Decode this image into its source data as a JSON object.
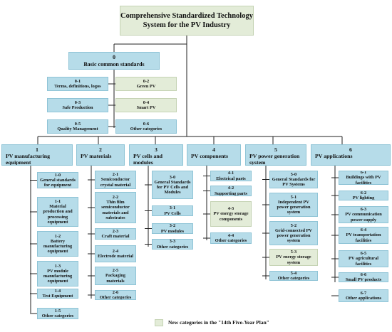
{
  "root": "Comprehensive Standardized Technology System for the PV Industry",
  "basic": {
    "num": "0",
    "title": "Basic common standards",
    "items": [
      {
        "num": "0-1",
        "label": "Terms, definitions, logos",
        "isNew": false
      },
      {
        "num": "0-2",
        "label": "Green PV",
        "isNew": true
      },
      {
        "num": "0-3",
        "label": "Safe Production",
        "isNew": false
      },
      {
        "num": "0-4",
        "label": "Smart PV",
        "isNew": true
      },
      {
        "num": "0-5",
        "label": "Quality Management",
        "isNew": false
      },
      {
        "num": "0-6",
        "label": "Other categories",
        "isNew": false
      }
    ]
  },
  "categories": [
    {
      "num": "1",
      "title": "PV manufacturing equipment",
      "items": [
        {
          "num": "1-0",
          "label": "General standards for equipment",
          "isNew": false
        },
        {
          "num": "1-1",
          "label": "Material production and processing equipment",
          "isNew": false
        },
        {
          "num": "1-2",
          "label": "Battery manufacturing equipment",
          "isNew": false
        },
        {
          "num": "1-3",
          "label": "PV module manufacturing equipment",
          "isNew": false
        },
        {
          "num": "1-4",
          "label": "Test Equipment",
          "isNew": false
        },
        {
          "num": "1-5",
          "label": "Other categories",
          "isNew": false
        }
      ]
    },
    {
      "num": "2",
      "title": "PV materials",
      "items": [
        {
          "num": "2-1",
          "label": "Semiconductor crystal material",
          "isNew": false
        },
        {
          "num": "2-2",
          "label": "Thin film semiconductor materials and substrates",
          "isNew": false
        },
        {
          "num": "2-3",
          "label": "Craft material",
          "isNew": false
        },
        {
          "num": "2-4",
          "label": "Electrode material",
          "isNew": false
        },
        {
          "num": "2-5",
          "label": "Packaging materials",
          "isNew": false
        },
        {
          "num": "2-6",
          "label": "Other categories",
          "isNew": false
        }
      ]
    },
    {
      "num": "3",
      "title": "PV cells and modules",
      "items": [
        {
          "num": "3-0",
          "label": "General Standards for PV Cells and Modules",
          "isNew": false
        },
        {
          "num": "3-1",
          "label": "PV Cells",
          "isNew": false
        },
        {
          "num": "3-2",
          "label": "PV modules",
          "isNew": false
        },
        {
          "num": "3-3",
          "label": "Other categories",
          "isNew": false
        }
      ]
    },
    {
      "num": "4",
      "title": "PV components",
      "items": [
        {
          "num": "4-1",
          "label": "Electrical parts",
          "isNew": false
        },
        {
          "num": "4-2",
          "label": "Supporting parts",
          "isNew": false
        },
        {
          "num": "4-3",
          "label": "PV energy storage components",
          "isNew": true
        },
        {
          "num": "4-4",
          "label": "Other categories",
          "isNew": false
        }
      ]
    },
    {
      "num": "5",
      "title": "PV power generation system",
      "items": [
        {
          "num": "5-0",
          "label": "General Standards for PV Systems",
          "isNew": false
        },
        {
          "num": "5-1",
          "label": "Independent PV power generation system",
          "isNew": false
        },
        {
          "num": "5-2",
          "label": "Grid-connected PV power generation system",
          "isNew": false
        },
        {
          "num": "5-3",
          "label": "PV energy storage system",
          "isNew": true
        },
        {
          "num": "5-4",
          "label": "Other categories",
          "isNew": false
        }
      ]
    },
    {
      "num": "6",
      "title": "PV applications",
      "items": [
        {
          "num": "6-1",
          "label": "Buildings with PV facilities",
          "isNew": false
        },
        {
          "num": "6-2",
          "label": "PV lighting",
          "isNew": false
        },
        {
          "num": "6-3",
          "label": "PV communication power supply",
          "isNew": false
        },
        {
          "num": "6-4",
          "label": "PV transportation facilities",
          "isNew": false
        },
        {
          "num": "6-5",
          "label": "PV agricultural facilities",
          "isNew": false
        },
        {
          "num": "6-6",
          "label": "Small PV products",
          "isNew": false
        },
        {
          "num": "6-7",
          "label": "Other applications",
          "isNew": false
        }
      ]
    }
  ],
  "legend": {
    "label": "New categories in the \"14th Five-Year Plan\""
  },
  "colors": {
    "existing": "#b6dce9",
    "new": "#e3ecd8"
  }
}
